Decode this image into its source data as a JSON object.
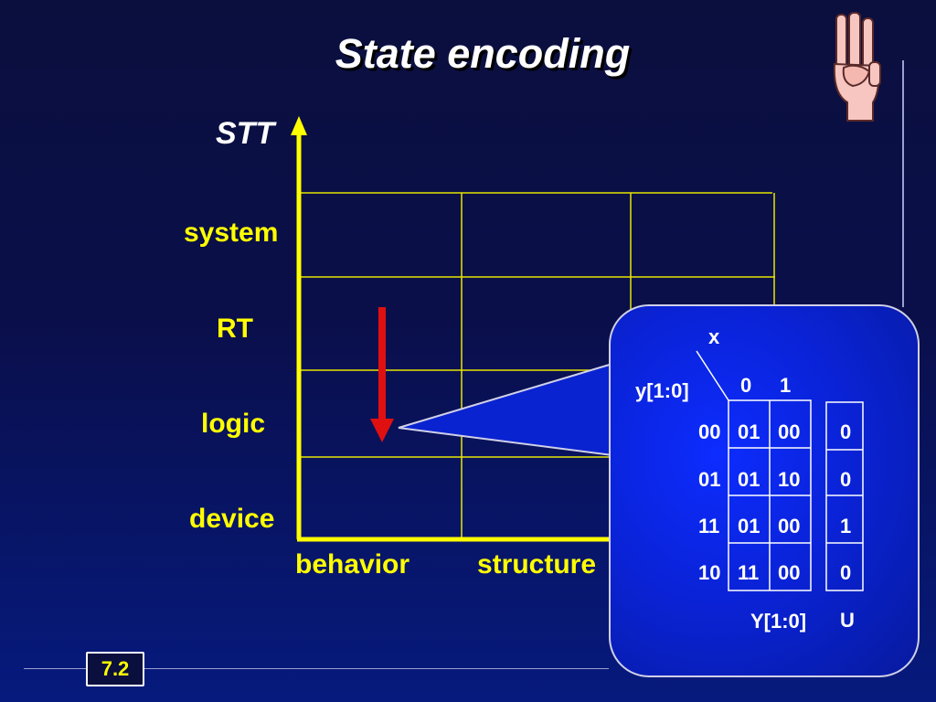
{
  "title": "State encoding",
  "chart_axis_title": "STT",
  "levels": [
    "system",
    "RT",
    "logic",
    "device"
  ],
  "views": [
    "behavior",
    "structure"
  ],
  "table": {
    "input_label": "x",
    "state_label": "y[1:0]",
    "input_values": [
      "0",
      "1"
    ],
    "rows": [
      {
        "state": "00",
        "next": [
          "01",
          "00"
        ],
        "out": "0"
      },
      {
        "state": "01",
        "next": [
          "01",
          "10"
        ],
        "out": "0"
      },
      {
        "state": "11",
        "next": [
          "01",
          "00"
        ],
        "out": "1"
      },
      {
        "state": "10",
        "next": [
          "11",
          "00"
        ],
        "out": "0"
      }
    ],
    "next_state_label": "Y[1:0]",
    "output_label": "U"
  },
  "slide_number": "7.2",
  "colors": {
    "axis": "#ffff00",
    "arrow": "#e01010",
    "callout": "#0d2cff"
  },
  "icons": [
    "three-fingers-hand-icon",
    "down-arrow-icon"
  ]
}
